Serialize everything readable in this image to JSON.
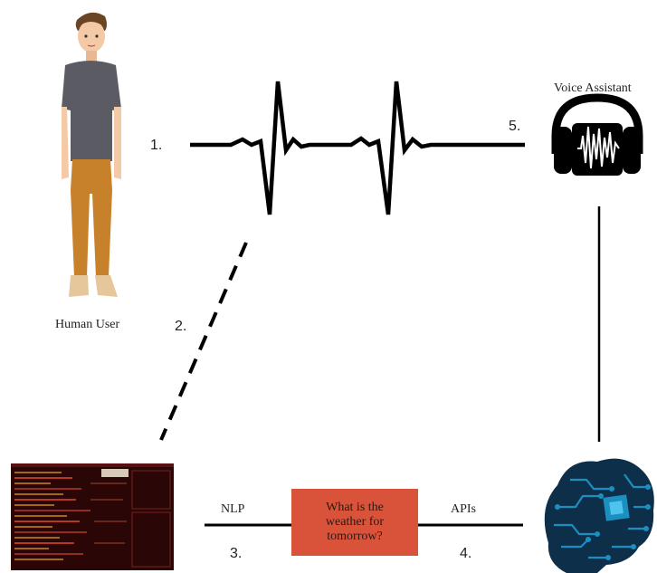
{
  "labels": {
    "human_user": "Human User",
    "voice_assistant": "Voice Assistant",
    "nlp": "NLP",
    "apis": "APIs"
  },
  "steps": {
    "s1": "1.",
    "s2": "2.",
    "s3": "3.",
    "s4": "4.",
    "s5": "5."
  },
  "query_text": "What is the weather for tomorrow?",
  "colors": {
    "query_box": "#d9523a",
    "terminal_bg": "#2a0606",
    "brain": "#1b8fc0",
    "line": "#000000"
  },
  "icons": [
    "person-illustration",
    "sound-wave-icon",
    "headphones-icon",
    "terminal-screenshot",
    "ai-brain-icon"
  ]
}
